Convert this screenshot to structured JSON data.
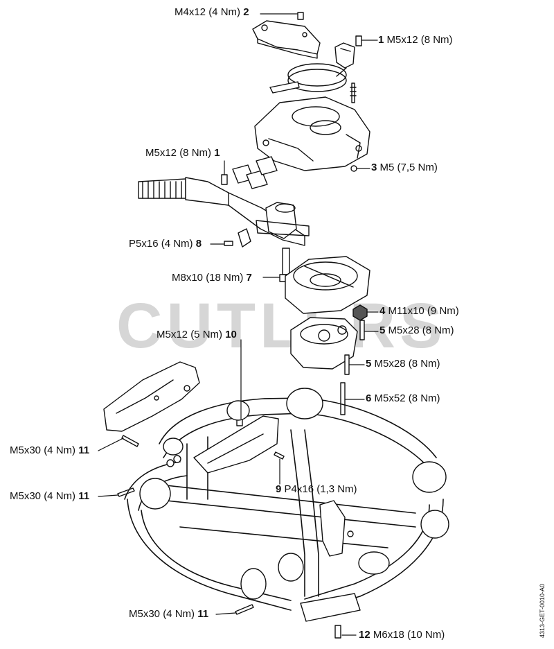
{
  "watermark": "CUTLERS",
  "document_id": "4313-GET-0010-A0",
  "callouts": [
    {
      "num": "2",
      "spec": "M4x12 (4 Nm)"
    },
    {
      "num": "1",
      "spec": "M5x12 (8 Nm)"
    },
    {
      "num": "1",
      "spec": "M5x12 (8 Nm)"
    },
    {
      "num": "3",
      "spec": "M5 (7,5 Nm)"
    },
    {
      "num": "8",
      "spec": "P5x16 (4 Nm)"
    },
    {
      "num": "7",
      "spec": "M8x10 (18 Nm)"
    },
    {
      "num": "4",
      "spec": "M11x10 (9 Nm)"
    },
    {
      "num": "5",
      "spec": "M5x28 (8 Nm)"
    },
    {
      "num": "10",
      "spec": "M5x12 (5 Nm)"
    },
    {
      "num": "5",
      "spec": "M5x28 (8 Nm)"
    },
    {
      "num": "6",
      "spec": "M5x52 (8 Nm)"
    },
    {
      "num": "11",
      "spec": "M5x30 (4 Nm)"
    },
    {
      "num": "9",
      "spec": "P4x16 (1,3 Nm)"
    },
    {
      "num": "11",
      "spec": "M5x30 (4 Nm)"
    },
    {
      "num": "11",
      "spec": "M5x30 (4 Nm)"
    },
    {
      "num": "12",
      "spec": "M6x18 (10 Nm)"
    }
  ]
}
